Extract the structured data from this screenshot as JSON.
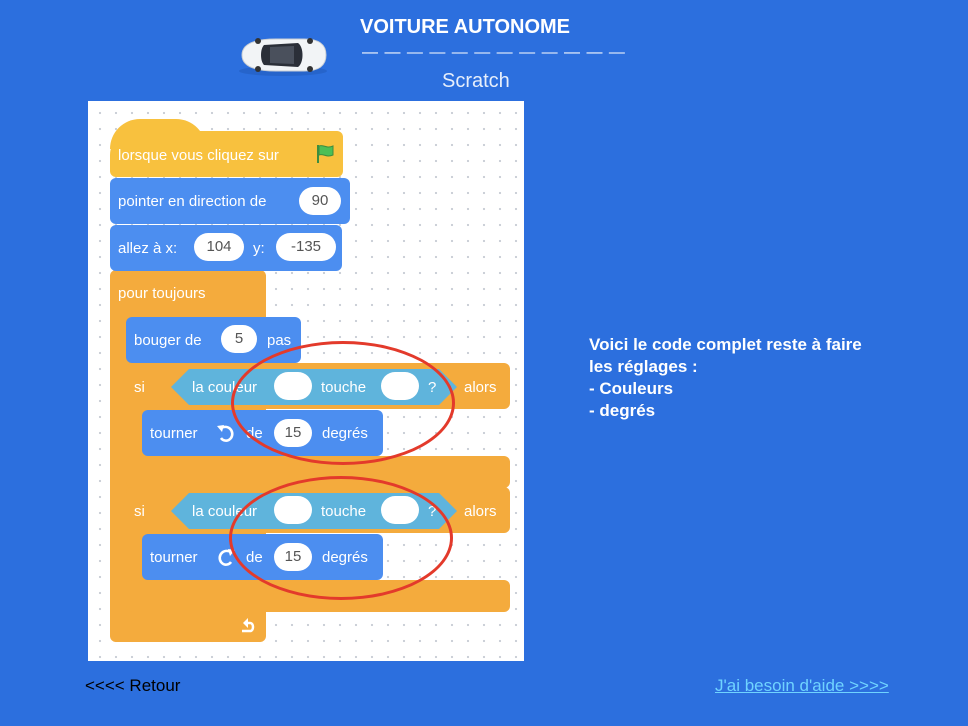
{
  "header": {
    "title": "VOITURE AUTONOME",
    "rule": "— — — — — — — — — — — —",
    "subtitle": "Scratch"
  },
  "script": {
    "event_label": "lorsque vous cliquez sur",
    "point_label": "pointer en direction de",
    "point_value": "90",
    "goto_label_x": "allez à x:",
    "goto_x": "104",
    "goto_label_y": "y:",
    "goto_y": "-135",
    "forever_label": "pour toujours",
    "move_label": "bouger de",
    "move_value": "5",
    "move_unit": "pas",
    "if1": {
      "si": "si",
      "color_label": "la couleur",
      "touch_label": "touche",
      "question": "?",
      "then": "alors",
      "turn_label": "tourner",
      "de": "de",
      "degrees": "15",
      "unit": "degrés"
    },
    "if2": {
      "si": "si",
      "color_label": "la couleur",
      "touch_label": "touche",
      "question": "?",
      "then": "alors",
      "turn_label": "tourner",
      "de": "de",
      "degrees": "15",
      "unit": "degrés"
    }
  },
  "instructions": {
    "line1": "Voici le code complet reste à faire",
    "line2": "les réglages :",
    "line3": "- Couleurs",
    "line4": "- degrés"
  },
  "nav": {
    "back": "<<<< Retour",
    "help": "J'ai besoin d'aide  >>>>"
  },
  "colors": {
    "background": "#2c6fde",
    "event": "#f8c13e",
    "motion": "#4c8ef0",
    "control": "#f4ab3d",
    "sensing": "#5fb4dc",
    "highlight": "#e33a2b",
    "link": "#6fd3ff"
  },
  "icons": [
    "car-image",
    "green-flag-icon",
    "turn-left-icon",
    "turn-right-icon",
    "loop-arrow-icon"
  ]
}
